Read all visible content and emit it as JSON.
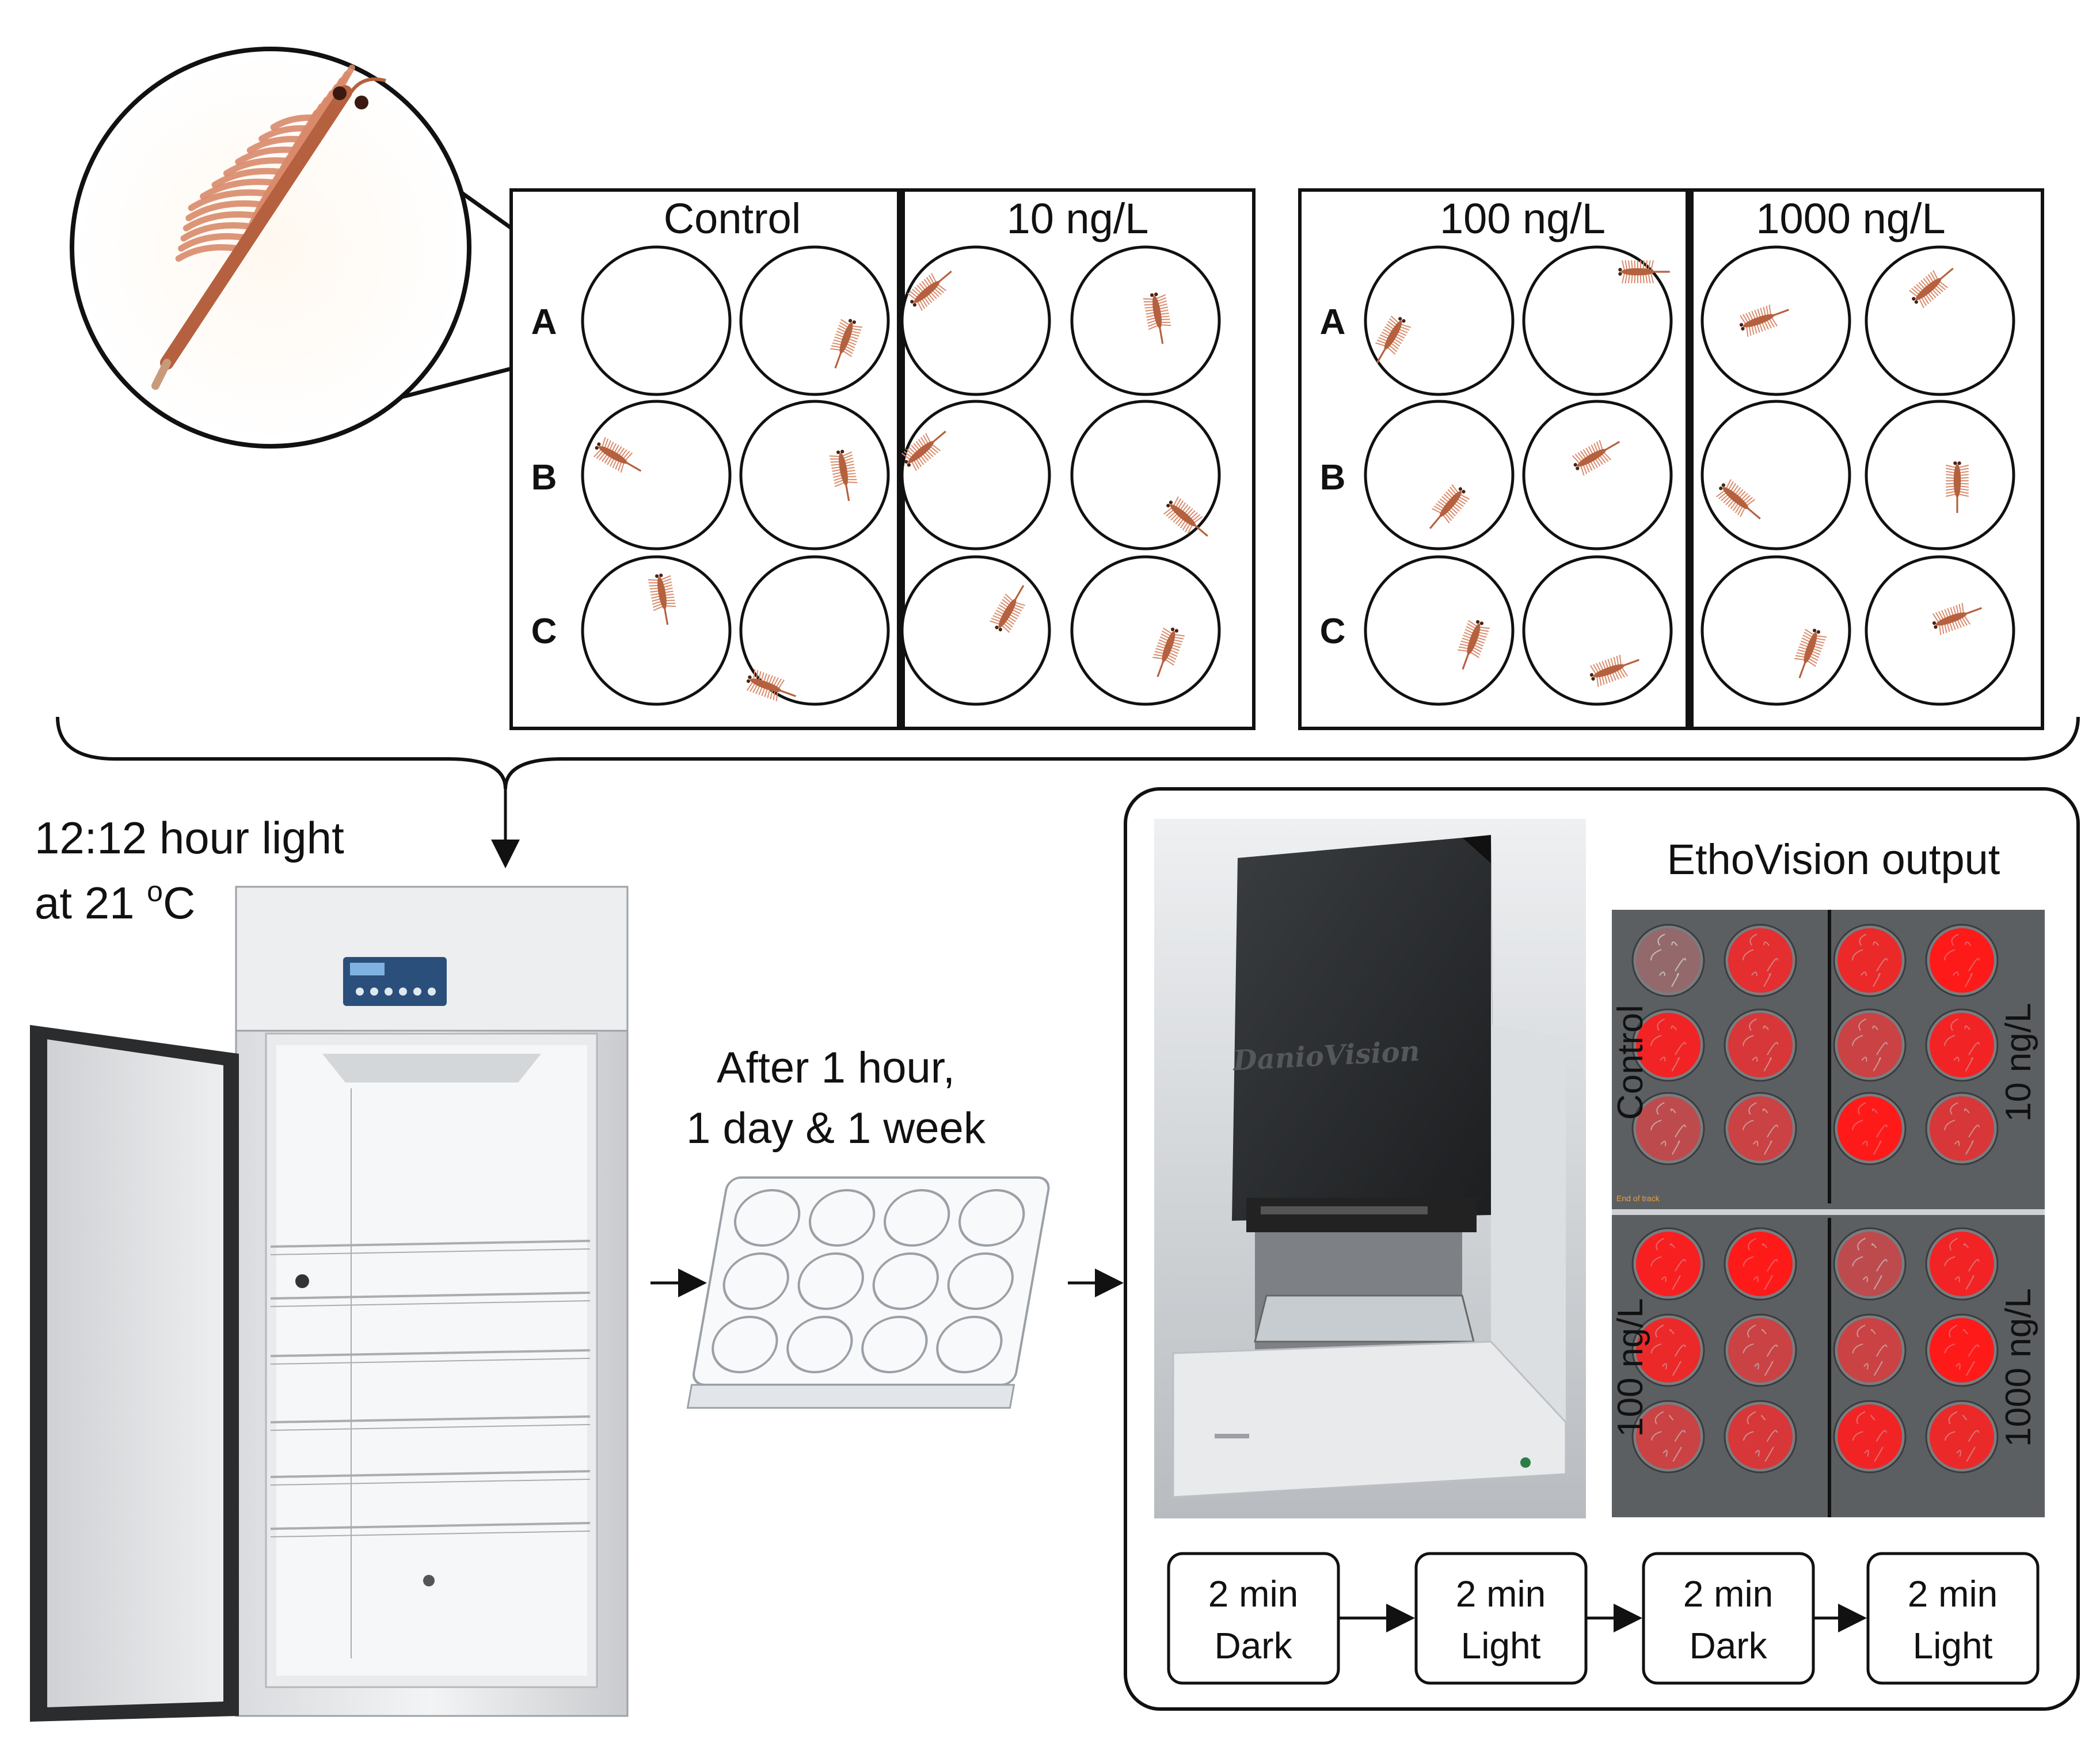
{
  "plates": [
    {
      "left_label": "Control",
      "right_label": "10 ng/L",
      "rows": [
        "A",
        "B",
        "C"
      ]
    },
    {
      "left_label": "100 ng/L",
      "right_label": "1000 ng/L",
      "rows": [
        "A",
        "B",
        "C"
      ]
    }
  ],
  "incubator": {
    "line1": "12:12 hour light",
    "line2_main": "at 21 ",
    "line2_sup": "o",
    "line2_end": "C"
  },
  "timing": {
    "line1": "After 1 hour,",
    "line2": "1 day & 1 week"
  },
  "device_brand": "DanioVision",
  "ethovision": {
    "title": "EthoVision output",
    "quadrant_labels": [
      "Control",
      "10 ng/L",
      "100 ng/L",
      "1000 ng/L"
    ],
    "small_text": "End of track",
    "track_color": "#ff1a1a"
  },
  "protocol_steps": [
    {
      "line1": "2 min",
      "line2": "Dark"
    },
    {
      "line1": "2 min",
      "line2": "Light"
    },
    {
      "line1": "2 min",
      "line2": "Dark"
    },
    {
      "line1": "2 min",
      "line2": "Light"
    }
  ],
  "colors": {
    "outline": "#111111",
    "shrimp": "#b5613f",
    "shrimp_legs": "#d98a6a",
    "track_red": "#ff1a1a"
  }
}
